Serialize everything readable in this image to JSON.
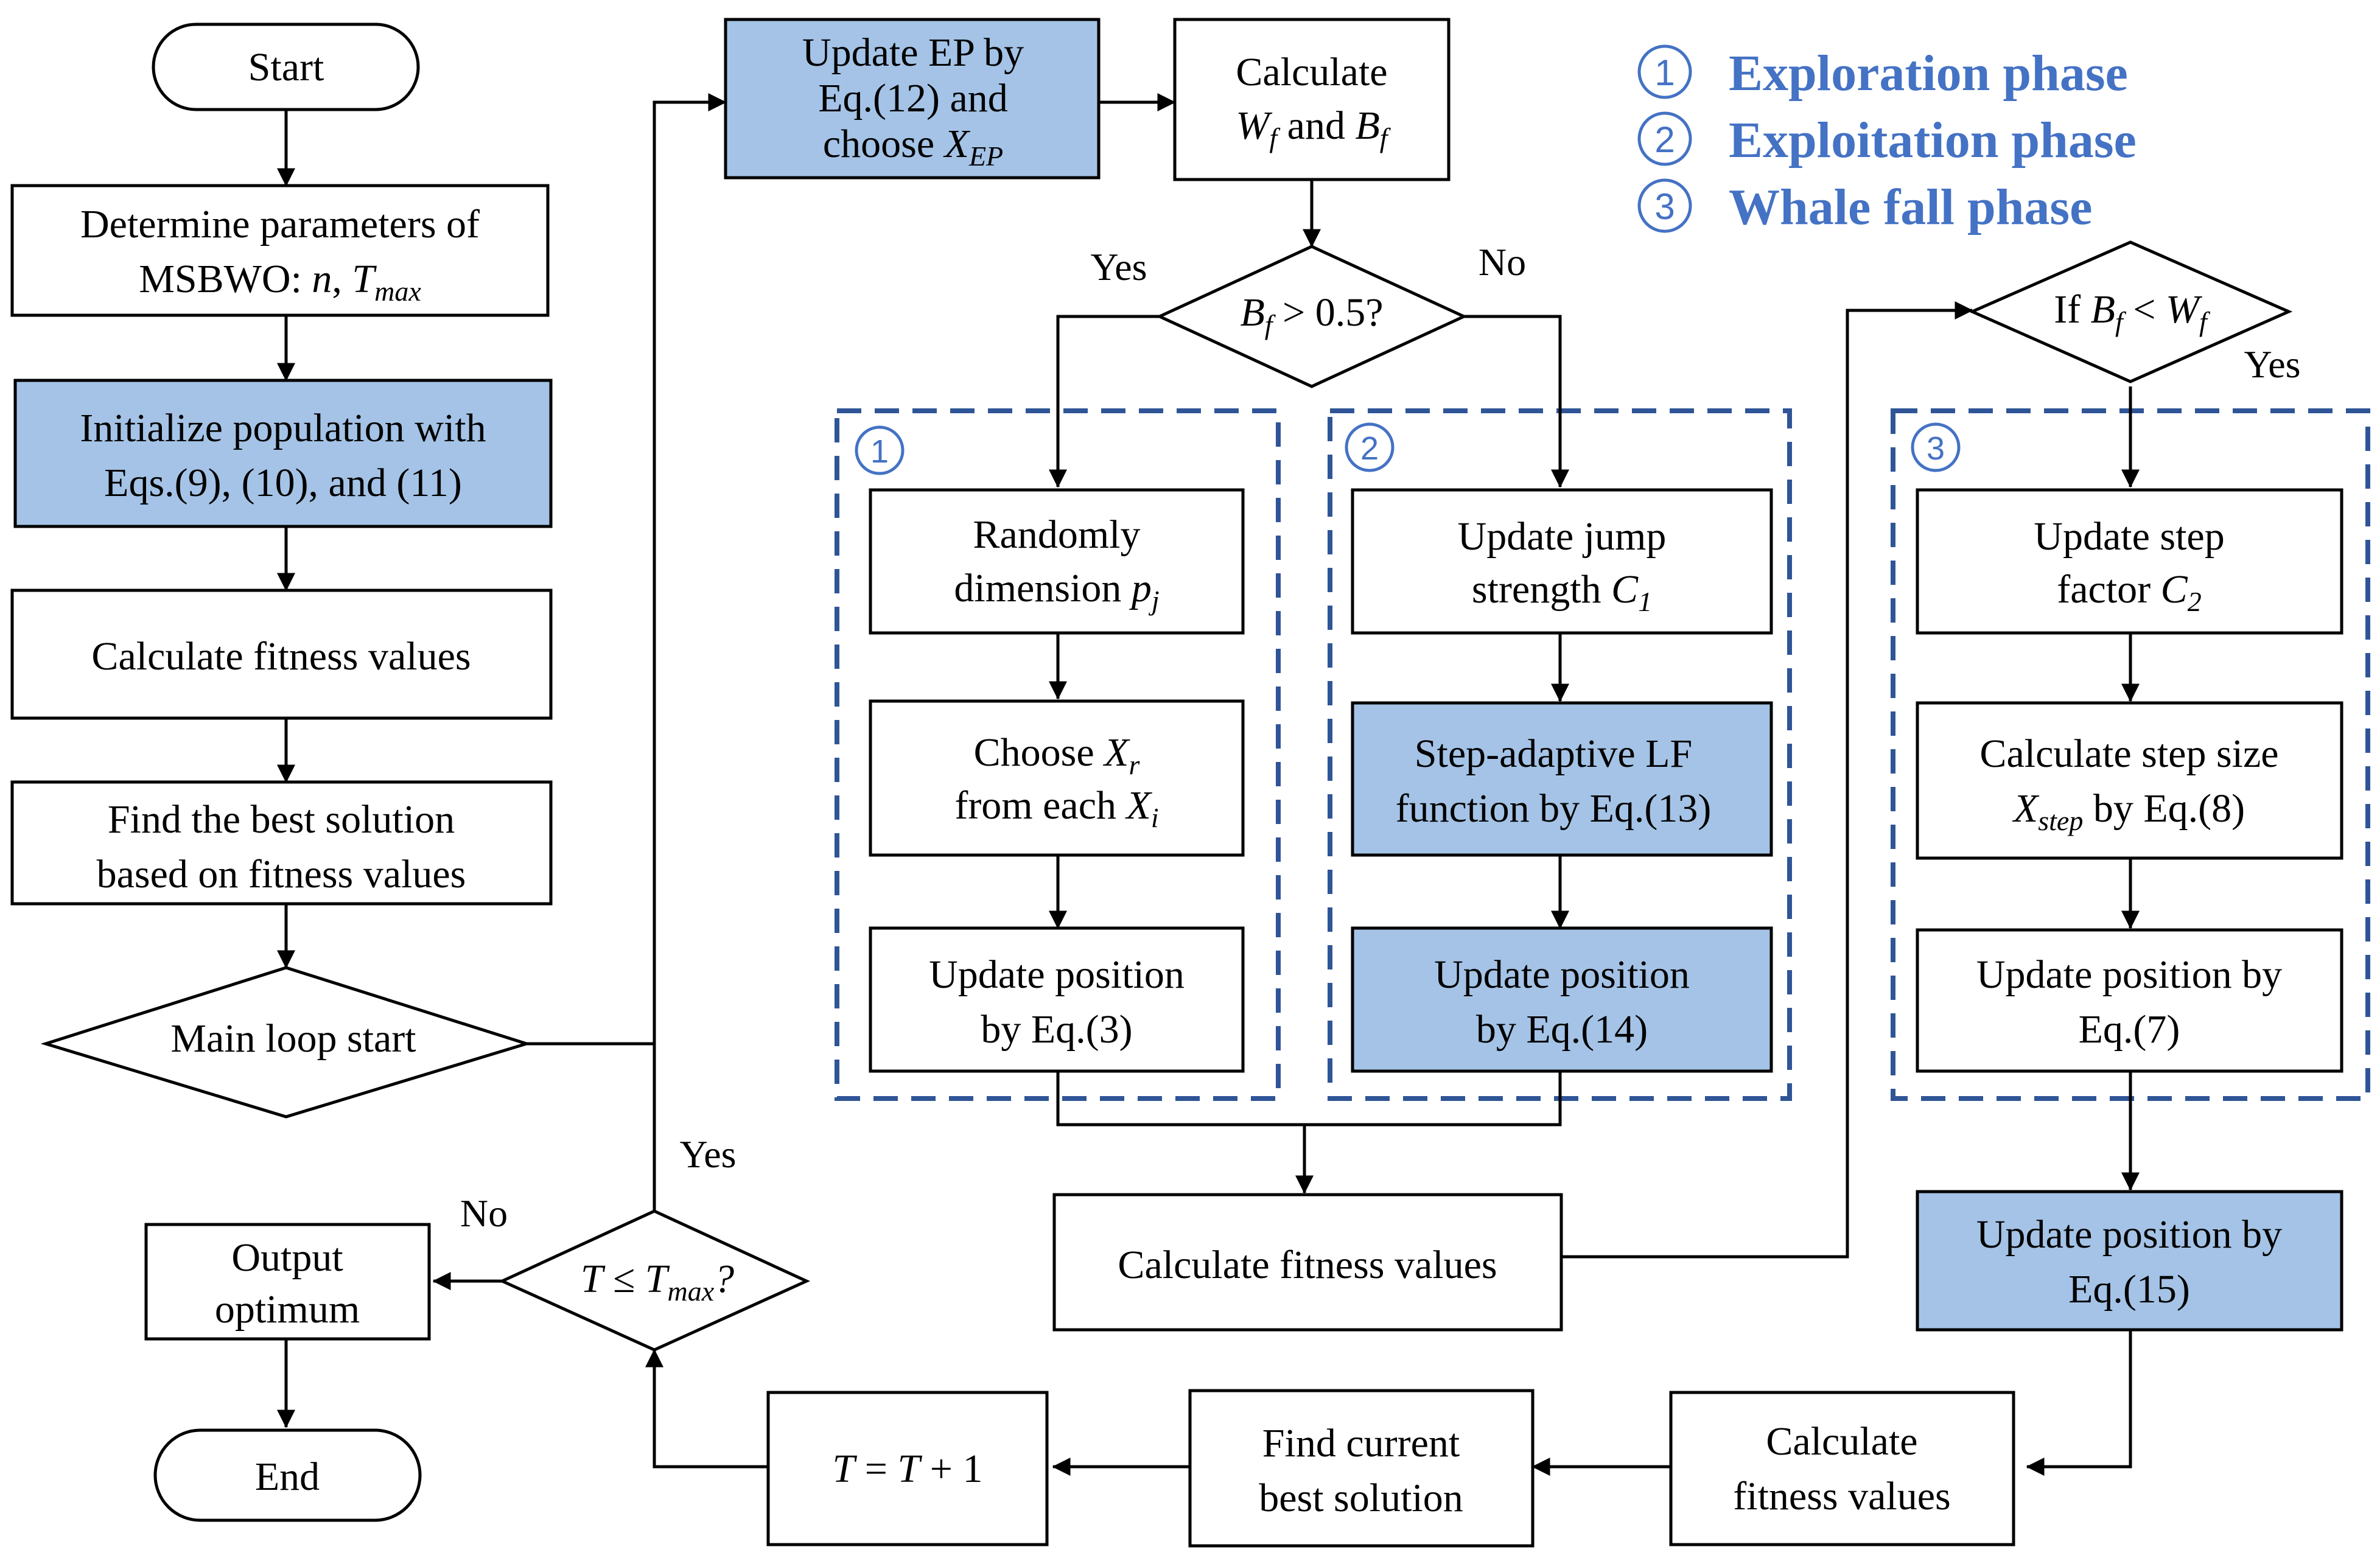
{
  "legend": [
    {
      "num": "1",
      "label": "Exploration phase"
    },
    {
      "num": "2",
      "label": "Exploitation phase"
    },
    {
      "num": "3",
      "label": "Whale fall phase"
    }
  ],
  "phases": {
    "p1": "1",
    "p2": "2",
    "p3": "3"
  },
  "nodes": {
    "start": "Start",
    "params": {
      "l1": "Determine parameters of",
      "l2": "MSBWO: ",
      "n": "n",
      "sep": ", ",
      "T": "T",
      "Tsub": "max"
    },
    "init": {
      "l1": "Initialize population with",
      "l2": "Eqs.(9), (10), and (11)"
    },
    "fitness1": "Calculate fitness values",
    "best": {
      "l1": "Find the best solution",
      "l2": "based on fitness values"
    },
    "loop": "Main loop start",
    "updateEP": {
      "l1": "Update EP by",
      "l2": "Eq.(12) and",
      "l3": "choose ",
      "X": "X",
      "Xsub": "EP"
    },
    "calcWB": {
      "l1": "Calculate",
      "W": "W",
      "Wsub": "f",
      "and": " and ",
      "B": "B",
      "Bsub": "f"
    },
    "decisionB": {
      "B": "B",
      "Bsub": "f",
      "rest": " > 0.5?"
    },
    "p1a": {
      "l1": "Randomly",
      "l2": "dimension ",
      "p": "p",
      "psub": "j"
    },
    "p1b": {
      "l1": "Choose ",
      "X": "X",
      "Xsub": "r",
      "l2": "from each ",
      "Xi": "X",
      "Xisub": "i"
    },
    "p1c": {
      "l1": "Update position",
      "l2": "by Eq.(3)"
    },
    "p2a": {
      "l1": "Update jump",
      "l2": "strength ",
      "C": "C",
      "Csub": "1"
    },
    "p2b": {
      "l1": "Step-adaptive LF",
      "l2": "function by Eq.(13)"
    },
    "p2c": {
      "l1": "Update position",
      "l2": "by Eq.(14)"
    },
    "fitness2": "Calculate fitness values",
    "decisionW": {
      "pre": "If ",
      "B": "B",
      "Bsub": "f",
      "mid": " < ",
      "W": "W",
      "Wsub": "f"
    },
    "p3a": {
      "l1": "Update step",
      "l2": "factor ",
      "C": "C",
      "Csub": "2"
    },
    "p3b": {
      "l1": "Calculate step size",
      "X": "X",
      "Xsub": "step",
      "l2": " by Eq.(8)"
    },
    "p3c": {
      "l1": "Update position by",
      "l2": "Eq.(7)"
    },
    "eq15": {
      "l1": "Update position by",
      "l2": "Eq.(15)"
    },
    "fitness3": {
      "l1": "Calculate",
      "l2": "fitness values"
    },
    "current": {
      "l1": "Find current",
      "l2": "best solution"
    },
    "incT": {
      "T1": "T",
      "mid": " = ",
      "T2": "T",
      "rest": " + 1"
    },
    "decisionT": {
      "T1": "T",
      "mid": " ≤ ",
      "T2": "T",
      "Tsub": "max",
      "q": "?"
    },
    "output": {
      "l1": "Output",
      "l2": "optimum"
    },
    "end": "End"
  },
  "labels": {
    "yes1": "Yes",
    "no1": "No",
    "yes2": "Yes",
    "yes3": "Yes",
    "no3": "No"
  }
}
